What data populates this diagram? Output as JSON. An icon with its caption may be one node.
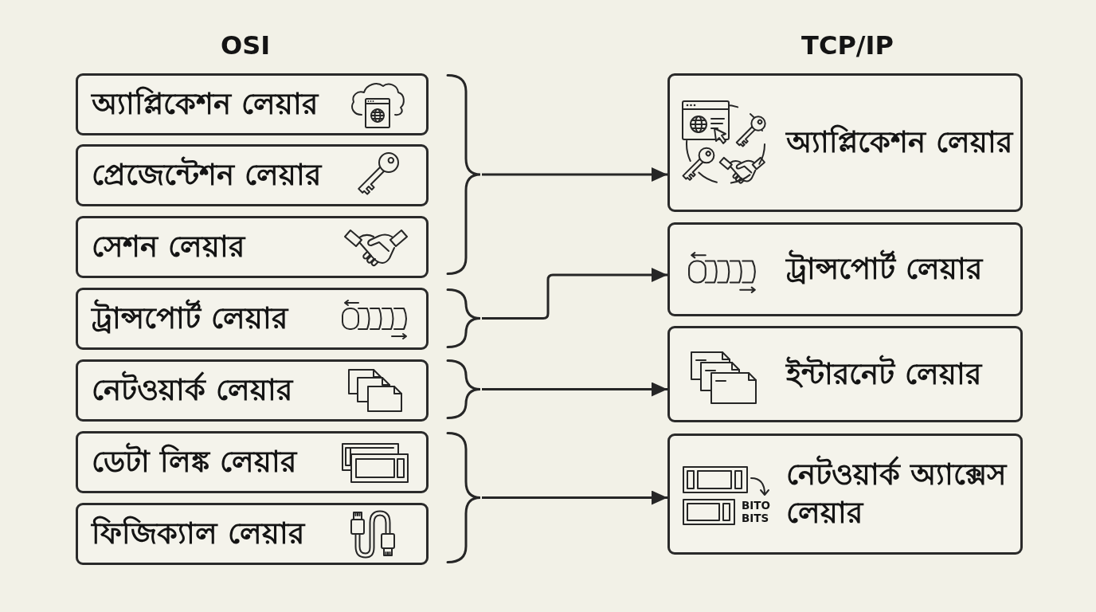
{
  "diagram": {
    "nodes": [
      {
        "text": [
          "অ্যাপ্লিকেশন লেয়ার"
        ]
      },
      {
        "text": [
          "প্রেজেন্টেশন লেয়ার"
        ]
      },
      {
        "text": [
          "সেশন লেয়ার"
        ]
      },
      {
        "text": [
          "ট্রান্সপোর্ট লেয়ার"
        ]
      },
      {
        "text": [
          "নেটওয়ার্ক লেয়ার"
        ]
      },
      {
        "text": [
          "ডেটা লিঙ্ক লেয়ার"
        ]
      },
      {
        "text": [
          "ফিজিক্যাল লেয়ার"
        ]
      },
      {
        "text": [],
        "shape": "brace"
      },
      {
        "text": [],
        "shape": "brace"
      },
      {
        "text": [],
        "shape": "brace"
      },
      {
        "text": [],
        "shape": "brace"
      },
      {
        "text": [
          "অ্যাপ্লিকেশন লেয়ার"
        ]
      },
      {
        "text": [
          "ট্রান্সপোর্ট লেয়ার"
        ]
      },
      {
        "text": [
          "ইন্টারনেট লেয়ার"
        ]
      },
      {
        "text": [
          "নেটওয়ার্ক অ্যাক্সেস লেয়ার"
        ]
      }
    ],
    "edges": [
      {
        "from": 7,
        "to": 11,
        "arrow": "to"
      },
      {
        "from": 8,
        "to": 12,
        "arrow": "to"
      },
      {
        "from": 9,
        "to": 13,
        "arrow": "to"
      },
      {
        "from": 10,
        "to": 14,
        "arrow": "to"
      }
    ],
    "labels": [
      "OSI",
      "TCP/IP",
      "BITO",
      "BITS"
    ]
  }
}
